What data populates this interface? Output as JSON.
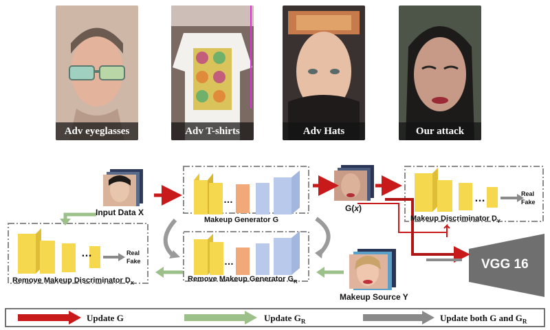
{
  "top_row": {
    "captions": [
      "Adv eyeglasses",
      "Adv T-shirts",
      "Adv Hats",
      "Our attack"
    ]
  },
  "diagram": {
    "input_label": "Input Data X",
    "gx_label_prefix": "G(",
    "gx_label_var": "x",
    "gx_label_suffix": ")",
    "makeup_generator": "Makeup Generator G",
    "makeup_discriminator_prefix": "Makeup Discriminator D",
    "makeup_discriminator_sub": "Y",
    "remove_generator_prefix": "Remove Makeup Generator G",
    "remove_generator_sub": "R",
    "remove_discriminator_prefix": "Remove Makeup Discriminator D",
    "remove_discriminator_sub": "X",
    "makeup_source": "Makeup Source Y",
    "vgg": "VGG 16",
    "real": "Real",
    "fake": "Fake",
    "ellipsis": "…"
  },
  "legend": {
    "update_g_prefix": "Update G",
    "update_gr_prefix": "Update G",
    "update_gr_sub": "R",
    "update_both_prefix": "Update both G and G",
    "update_both_sub": "R"
  },
  "colors": {
    "red_arrow": "#c81a1a",
    "green_arrow": "#9cc08a",
    "gray_arrow": "#8a8a8a",
    "yellow_block": "#f6d84e",
    "orange_block": "#f2a97a",
    "blue_block": "#b8c9ec",
    "vgg_fill": "#6f6f6f"
  }
}
